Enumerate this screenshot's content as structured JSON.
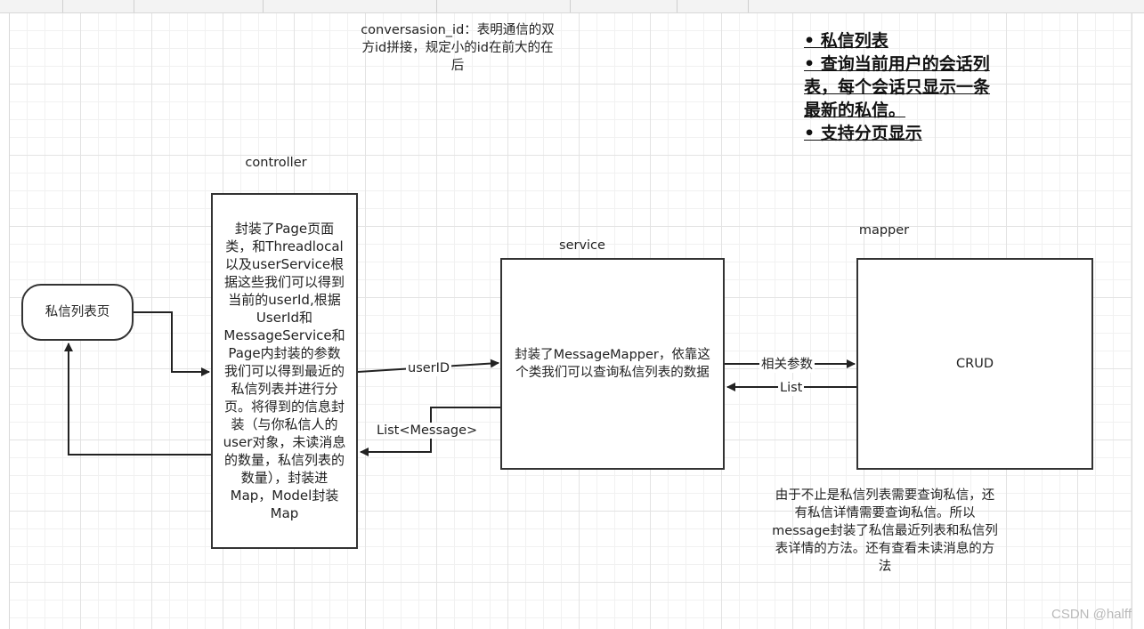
{
  "diagram": {
    "note_top": "conversasion_id：表明通信的双方id拼接，规定小的id在前大的在后",
    "requirements": [
      "• 私信列表",
      "• 查询当前用户的会话列",
      "表，每个会话只显示一条",
      "最新的私信。",
      "• 支持分页显示"
    ],
    "labels": {
      "controller": "controller",
      "service": "service",
      "mapper": "mapper"
    },
    "nodes": {
      "page": "私信列表页",
      "controller_text": "封装了Page页面类，和Threadlocal以及userService根据这些我们可以得到当前的userId,根据UserId和MessageService和Page内封装的参数我们可以得到最近的私信列表并进行分页。将得到的信息封装（与你私信人的user对象，未读消息的数量，私信列表的数量），封装进Map，Model封装Map",
      "service_text": "封装了MessageMapper，依靠这个类我们可以查询私信列表的数据",
      "mapper_text": "CRUD"
    },
    "edges": {
      "user_id": "userID",
      "list_message": "List<Message>",
      "params": "相关参数",
      "list": "List"
    },
    "note_bottom": "由于不止是私信列表需要查询私信，还有私信详情需要查询私信。所以message封装了私信最近列表和私信列表详情的方法。还有查看未读消息的方法"
  },
  "watermark": "CSDN @halff"
}
